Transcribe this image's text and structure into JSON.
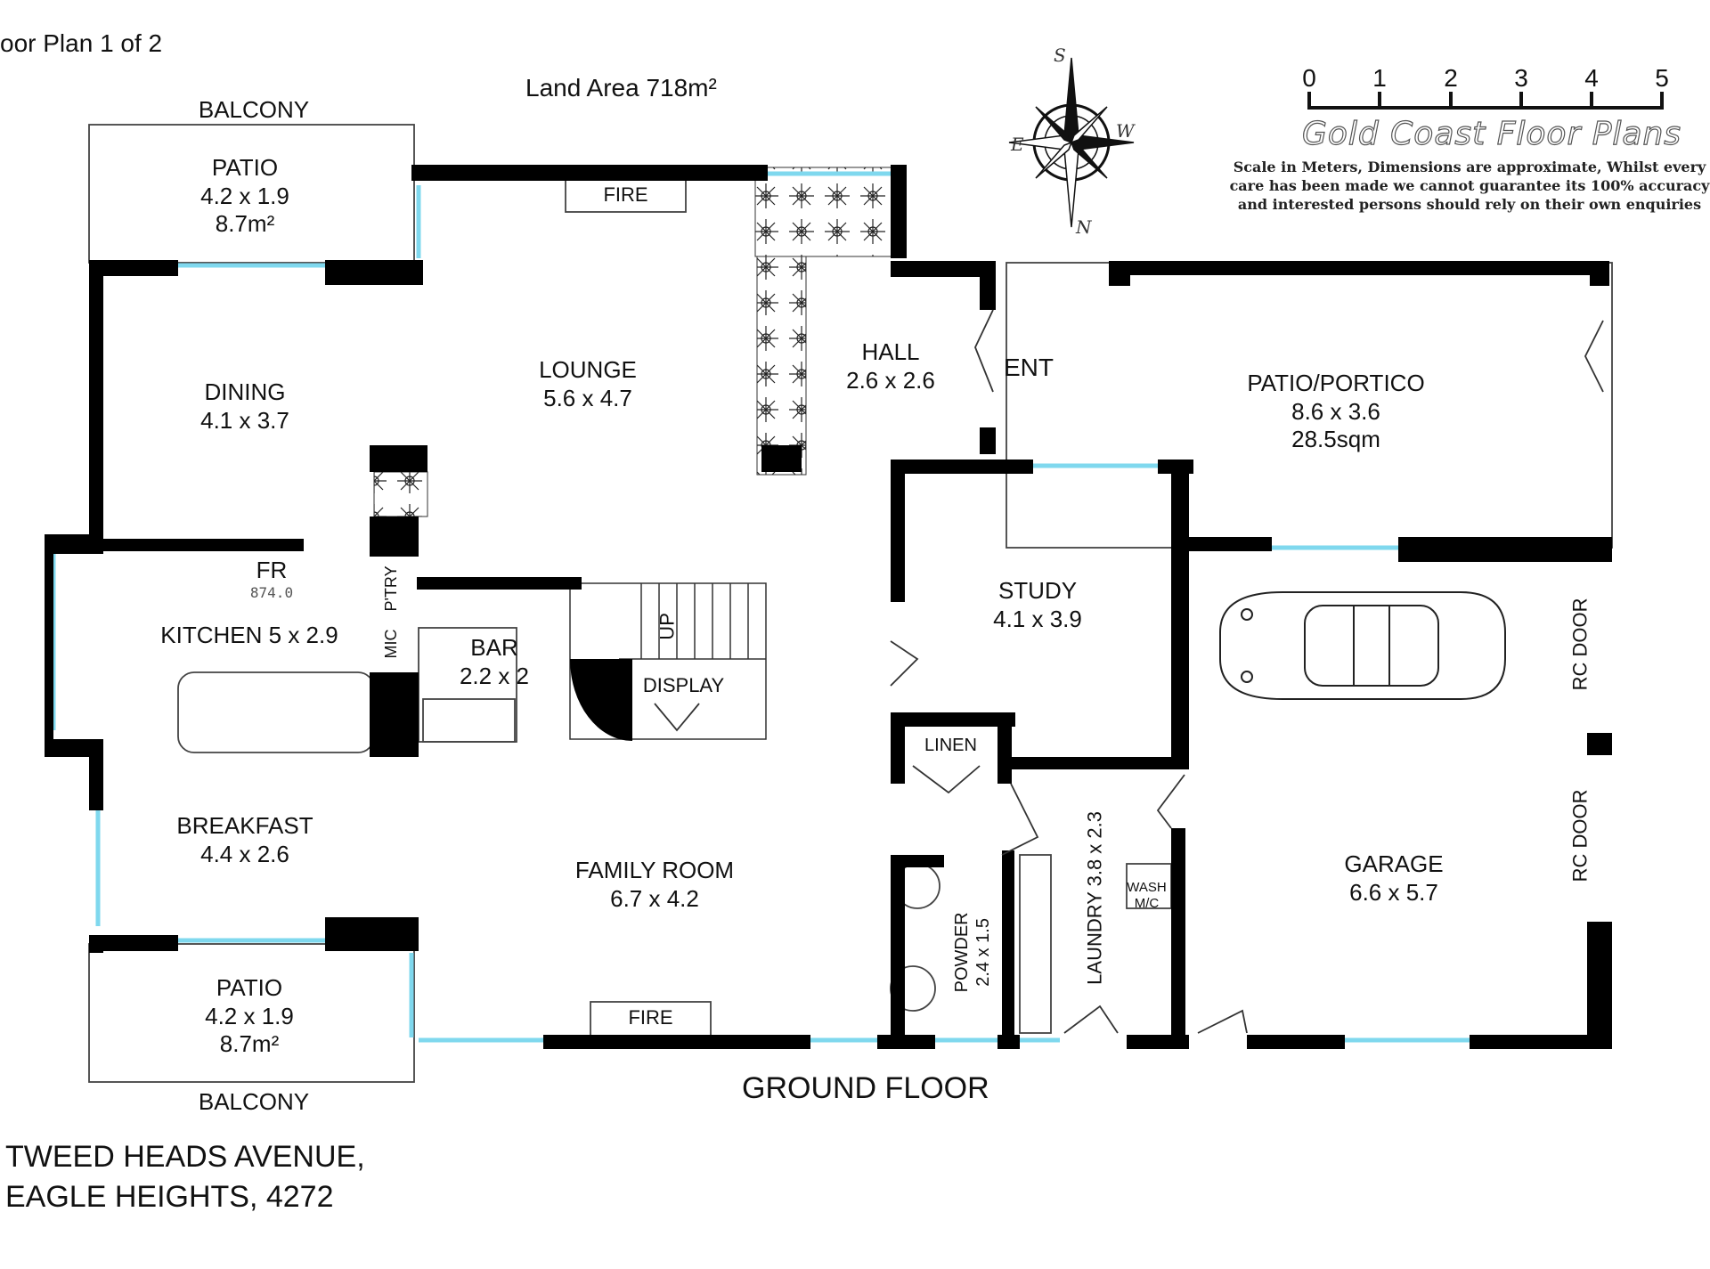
{
  "header": {
    "plan_title": "oor Plan 1 of 2",
    "land_area": "Land Area 718m²",
    "floor_label": "GROUND FLOOR"
  },
  "address": {
    "line1": "TWEED HEADS AVENUE,",
    "line2": "EAGLE HEIGHTS, 4272"
  },
  "scale": {
    "ticks": [
      "0",
      "1",
      "2",
      "3",
      "4",
      "5"
    ],
    "brand": "Gold Coast Floor Plans",
    "disclaimer": [
      "Scale in Meters, Dimensions are approximate, Whilst every",
      "care has been made we cannot guarantee its 100% accuracy",
      "and interested persons should rely on their own enquiries"
    ]
  },
  "compass": {
    "s": "S",
    "e": "E",
    "w": "W",
    "n": "N"
  },
  "rooms": {
    "balcony_top": "BALCONY",
    "patio_top": [
      "PATIO",
      "4.2 x 1.9",
      "8.7m²"
    ],
    "dining": [
      "DINING",
      "4.1 x 3.7"
    ],
    "lounge": [
      "LOUNGE",
      "5.6 x 4.7"
    ],
    "fire_top": "FIRE",
    "hall": [
      "HALL",
      "2.6 x 2.6"
    ],
    "ent": "ENT",
    "portico": [
      "PATIO/PORTICO",
      "8.6 x 3.6",
      "28.5sqm"
    ],
    "kitchen": "KITCHEN 5 x 2.9",
    "fr": "FR",
    "fr_dim": "874.0",
    "ptry": "P'TRY",
    "mic": "MIC",
    "bar": [
      "BAR",
      "2.2 x 2"
    ],
    "up": "UP",
    "display": "DISPLAY",
    "study": [
      "STUDY",
      "4.1 x 3.9"
    ],
    "linen": "LINEN",
    "rc_door_1": "RC DOOR",
    "rc_door_2": "RC DOOR",
    "breakfast": [
      "BREAKFAST",
      "4.4 x 2.6"
    ],
    "family": [
      "FAMILY ROOM",
      "6.7 x 4.2"
    ],
    "fire_bottom": "FIRE",
    "powder": [
      "POWDER",
      "2.4 x 1.5"
    ],
    "laundry": "LAUNDRY 3.8 x 2.3",
    "wash": [
      "WASH",
      "M/C"
    ],
    "garage": [
      "GARAGE",
      "6.6 x 5.7"
    ],
    "patio_bottom": [
      "PATIO",
      "4.2 x 1.9",
      "8.7m²"
    ],
    "balcony_bottom": "BALCONY"
  },
  "colors": {
    "wall": "#000000",
    "window": "#7fd8ee",
    "line": "#444444"
  }
}
